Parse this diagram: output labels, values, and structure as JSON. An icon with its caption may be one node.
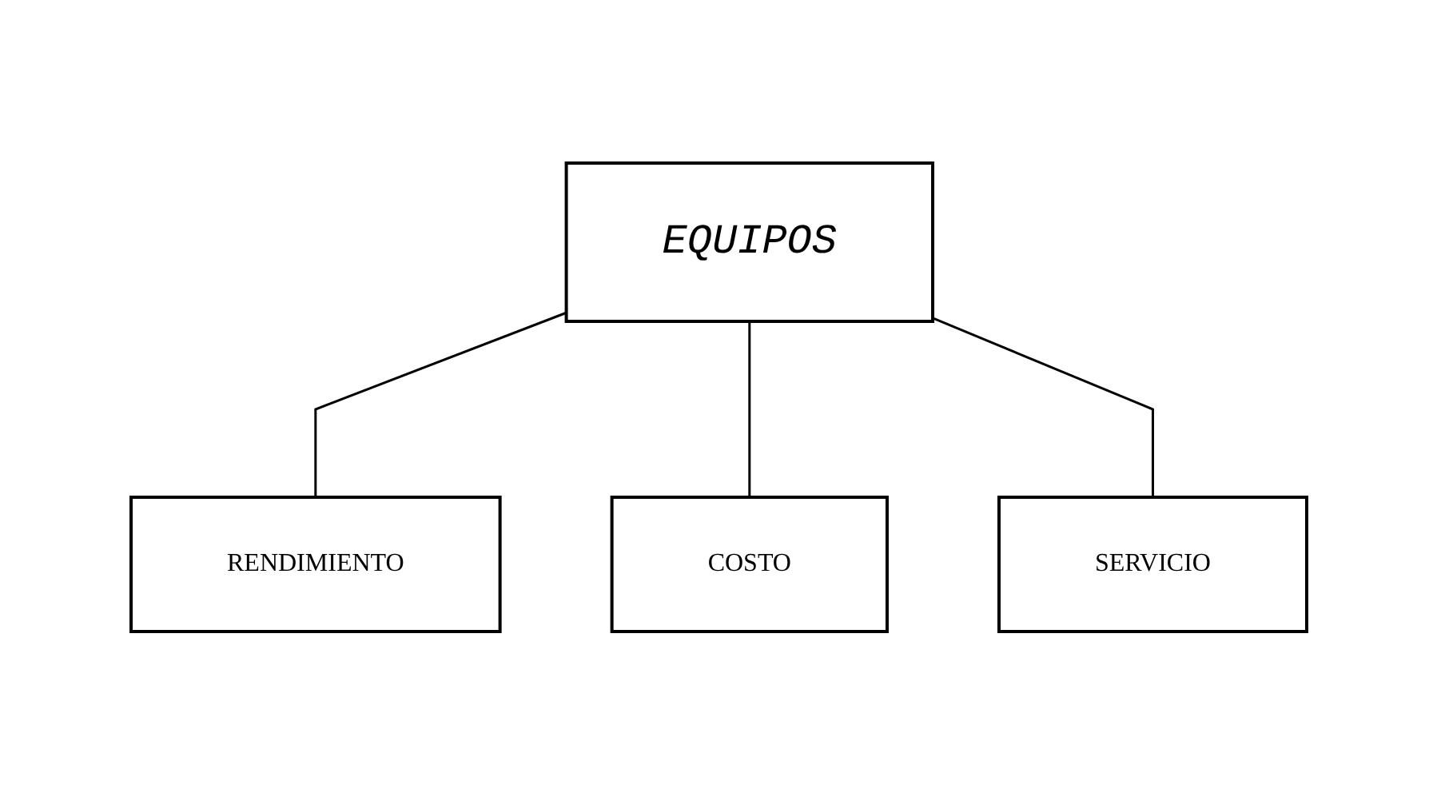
{
  "diagram": {
    "nodes": [
      {
        "text": [
          "EQUIPOS"
        ]
      },
      {
        "text": [
          "RENDIMIENTO"
        ]
      },
      {
        "text": [
          "COSTO"
        ]
      },
      {
        "text": [
          "SERVICIO"
        ]
      }
    ],
    "edges": [
      {
        "from": 0,
        "to": 1,
        "arrow": "none"
      },
      {
        "from": 0,
        "to": 2,
        "arrow": "none"
      },
      {
        "from": 0,
        "to": 3,
        "arrow": "none"
      }
    ]
  }
}
